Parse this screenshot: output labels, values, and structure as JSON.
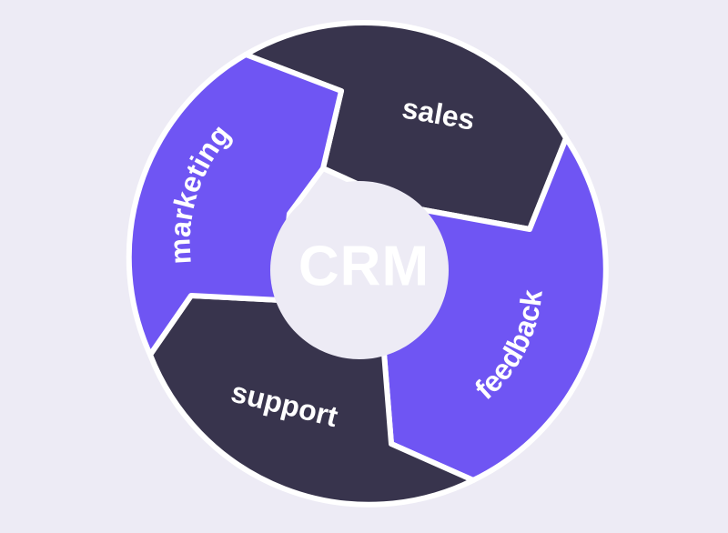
{
  "center": {
    "label": "CRM",
    "color": "#6f55f3"
  },
  "segments": [
    {
      "id": "sales",
      "label": "sales",
      "color": "#38344d"
    },
    {
      "id": "feedback",
      "label": "feedback",
      "color": "#6f55f3"
    },
    {
      "id": "support",
      "label": "support",
      "color": "#38344d"
    },
    {
      "id": "marketing",
      "label": "marketing",
      "color": "#6f55f3"
    }
  ],
  "colors": {
    "background": "#edebf5",
    "hub": "#edebf5",
    "label_text": "#ffffff"
  }
}
